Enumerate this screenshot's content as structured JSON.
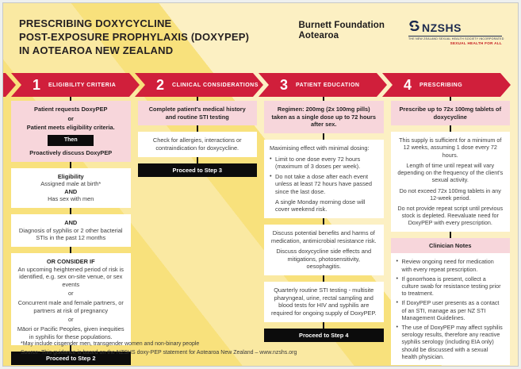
{
  "colors": {
    "background_yellow": "#f8e17c",
    "light_yellow_band": "#fcf0c3",
    "accent_red": "#d01f3b",
    "pink_box": "#f7d6db",
    "black_bar": "#0c0c0c",
    "nzshs_navy": "#1d2b50",
    "nzshs_red": "#c4161c"
  },
  "header": {
    "title_line1": "PRESCRIBING DOXYCYCLINE",
    "title_line2": "POST-EXPOSURE PROPHYLAXIS (DOXYPEP)",
    "title_line3": "IN AOTEAROA NEW ZEALAND",
    "burnett_line1": "Burnett Foundation",
    "burnett_line2": "Aotearoa",
    "nzshs_wordmark": "NZSHS",
    "nzshs_caption": "THE NEW ZEALAND SEXUAL HEALTH SOCIETY INCORPORATED",
    "nzshs_tagline": "SEXUAL HEALTH FOR ALL"
  },
  "steps": [
    {
      "number": "1",
      "label": "ELIGIBILITY CRITERIA"
    },
    {
      "number": "2",
      "label": "CLINICAL CONSIDERATIONS"
    },
    {
      "number": "3",
      "label": "PATIENT EDUCATION"
    },
    {
      "number": "4",
      "label": "PRESCRIBING"
    }
  ],
  "col1": {
    "intro_line1": "Patient requests DoxyPEP",
    "intro_or": "or",
    "intro_line2": "Patient meets eligibility criteria.",
    "then_label": "Then",
    "intro_line3": "Proactively discuss DoxyPEP",
    "elig_heading": "Eligibility",
    "elig_line1": "Assigned male at birth*",
    "elig_and": "AND",
    "elig_line2": "Has sex with men",
    "and_heading": "AND",
    "and_text": "Diagnosis of syphilis or 2 other bacterial STIs in the past 12 months",
    "consider_heading": "OR CONSIDER IF",
    "consider_p1": "An upcoming heightened period of risk is identified, e.g. sex on-site venue, or sex events",
    "consider_or1": "or",
    "consider_p2": "Concurrent male and female partners, or partners at risk of pregnancy",
    "consider_or2": "or",
    "consider_p3": "Māori or Pacific Peoples, given inequities in syphilis for these populations.",
    "proceed": "Proceed to Step 2"
  },
  "col2": {
    "box1": "Complete patient's medical history and routine STI testing",
    "box2": "Check for allergies, interactions or contraindication for doxycycline.",
    "proceed": "Proceed to Step 3"
  },
  "col3": {
    "box1": "Regimen: 200mg (2x 100mg pills) taken as a single dose up to 72 hours after sex.",
    "dosing_heading": "Maximising effect with minimal dosing:",
    "dosing_bullet1": "Limit to one dose every 72 hours (maximum of 3 doses per week).",
    "dosing_bullet2": "Do not take a dose after each event unless at least 72 hours have passed since the last dose.",
    "dosing_note": "A single Monday morning dose will cover weekend risk.",
    "discuss_p1": "Discuss potential benefits and harms of medication, antimicrobial resistance risk.",
    "discuss_p2": "Discuss doxycycline side effects and mitigations, photosensitivity, oesophagitis.",
    "testing_text": "Quarterly routine STI testing - multisite pharyngeal, urine, rectal sampling and blood tests for HIV and syphilis are required for ongoing supply of DoxyPEP.",
    "proceed": "Proceed to Step 4"
  },
  "col4": {
    "box1": "Prescribe up to 72x 100mg tablets of doxycycline",
    "supply_p1": "This supply is sufficient for a minimum of 12 weeks, assuming 1 dose every 72 hours.",
    "supply_p2": "Length of time until repeat will vary depending on the frequency of the client's sexual activity.",
    "supply_p3": "Do not exceed 72x 100mg tablets in any 12-week period.",
    "supply_p4": "Do not provide repeat script until previous stock is depleted. Reevaluate need for DoxyPEP with every prescription.",
    "notes_heading": "Clinician Notes",
    "notes_b1": "Review ongoing need for medication with every repeat prescription.",
    "notes_b2": "If gonorrhoea is present, collect a culture swab for resistance testing prior to treatment.",
    "notes_b3": "If DoxyPEP user presents as a contact of an STI, manage as per NZ STI Management Guidelines.",
    "notes_b4": "The use of DoxyPEP may affect syphilis serology results, therefore any reactive syphilis serology (including EIA only) should be discussed with a sexual health physician."
  },
  "footer": {
    "footnote": "*May include cisgender men, transgender women and non-binary people",
    "source": "Source: This guidance is based on the NZSHS doxy-PEP statement for Aotearoa New Zealand – www.nzshs.org"
  }
}
